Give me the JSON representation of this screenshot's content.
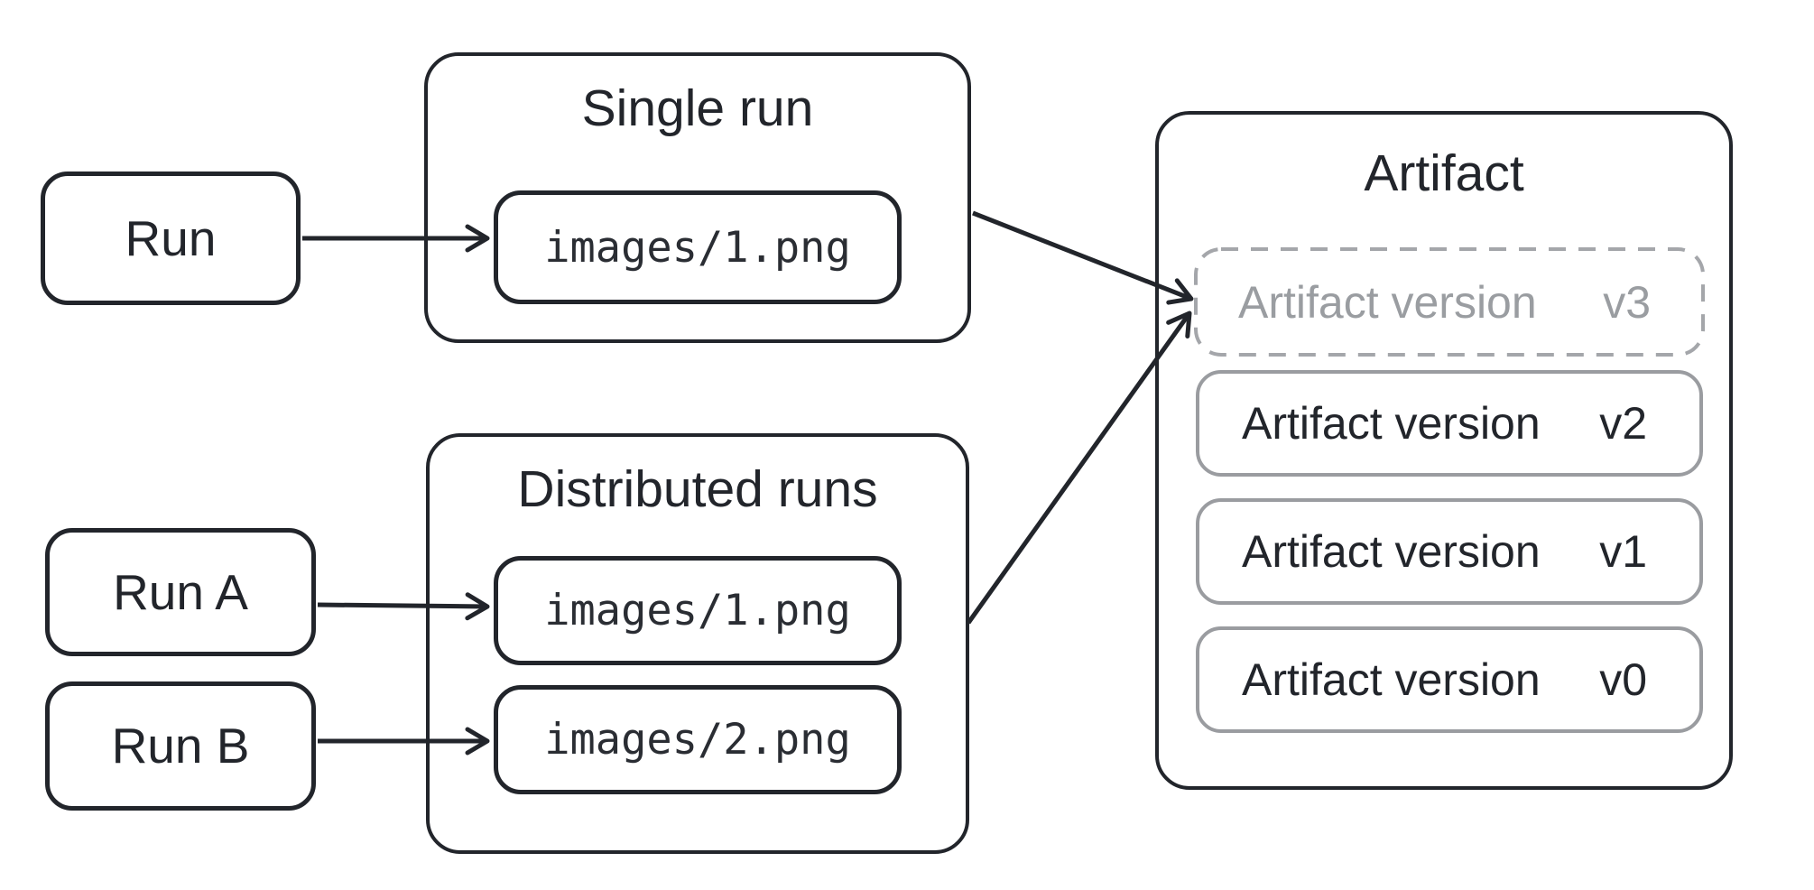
{
  "colors": {
    "line_dark": "#22252b",
    "border_gray": "#9a9ca0",
    "dashed_gray": "#a4a6aa",
    "text_gray": "#9a9da1",
    "background": "#ffffff"
  },
  "runs": {
    "single": {
      "label": "Run"
    },
    "run_a": {
      "label": "Run A"
    },
    "run_b": {
      "label": "Run B"
    }
  },
  "single_run_group": {
    "title": "Single run",
    "file": "images/1.png"
  },
  "distributed_runs_group": {
    "title": "Distributed runs",
    "file_1": "images/1.png",
    "file_2": "images/2.png"
  },
  "artifact": {
    "title": "Artifact",
    "pending_version": {
      "label": "Artifact version",
      "version": "v3"
    },
    "versions": [
      {
        "label": "Artifact version",
        "version": "v2"
      },
      {
        "label": "Artifact version",
        "version": "v1"
      },
      {
        "label": "Artifact version",
        "version": "v0"
      }
    ]
  }
}
